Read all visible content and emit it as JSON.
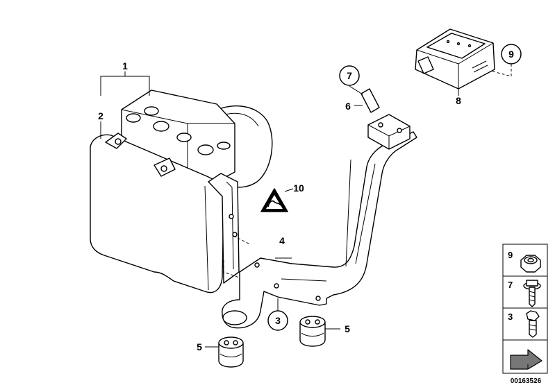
{
  "diagram": {
    "callouts": {
      "c1": "1",
      "c2": "2",
      "c3": "3",
      "c4": "4",
      "c5a": "5",
      "c5b": "5",
      "c6": "6",
      "c7": "7",
      "c8": "8",
      "c9": "9",
      "c10": "10"
    },
    "legend": {
      "items": [
        {
          "number": "9",
          "icon": "hex-nut-icon"
        },
        {
          "number": "7",
          "icon": "hex-bolt-washer-icon"
        },
        {
          "number": "3",
          "icon": "hex-bolt-icon"
        }
      ],
      "footer_icon": "arrow-icon"
    },
    "reference_number": "00163526"
  }
}
